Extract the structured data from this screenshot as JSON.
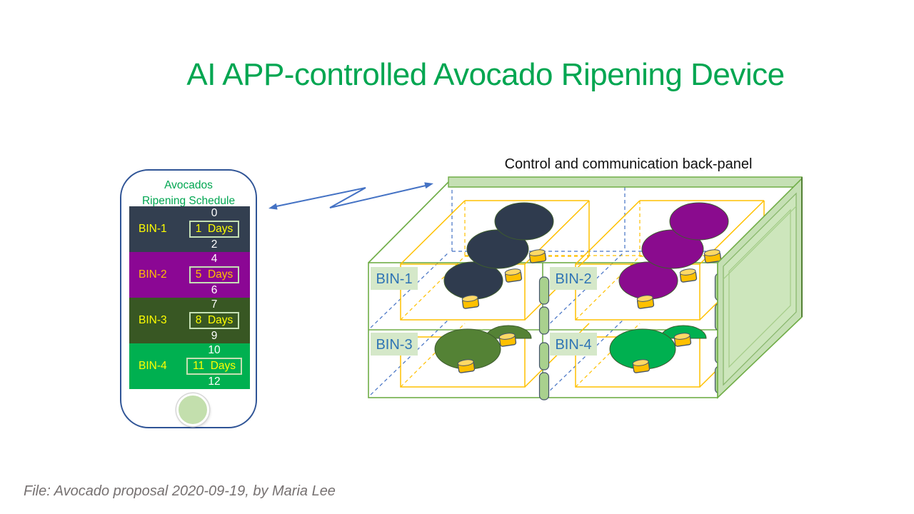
{
  "slide": {
    "title": "AI APP-controlled Avocado Ripening Device",
    "device_caption": "Control and communication back-panel",
    "footer": "File: Avocado proposal 2020-09-19, by Maria Lee"
  },
  "colors": {
    "title_green": "#00A651",
    "cabinet_line_green": "#70AD47",
    "cabinet_fill_green": "#C5E0B4",
    "wireframe_orange": "#FFC000",
    "hidden_edge_blue": "#4472C4",
    "arrow_blue": "#4472C4",
    "bin_tag_text_blue": "#2E74B5",
    "bin_tag_bg": "#D5E8C9",
    "handle_fill": "#A9D18E",
    "handle_stroke": "#44546A",
    "sensor_fill": "#FFC000",
    "sensor_top": "#FFD966",
    "phone_border": "#2F5496"
  },
  "phone": {
    "header_line1": "Avocados",
    "header_line2": "Ripening Schedule",
    "rows": [
      {
        "bin": "BIN-1",
        "start": "0",
        "days": "1  Days",
        "end": "2",
        "bg": "#333F50",
        "fg": "#FFFF00"
      },
      {
        "bin": "BIN-2",
        "start": "4",
        "days": "5  Days",
        "end": "6",
        "bg": "#8B0794",
        "fg": "#FFC000"
      },
      {
        "bin": "BIN-3",
        "start": "7",
        "days": "8  Days",
        "end": "9",
        "bg": "#385723",
        "fg": "#FFFF00"
      },
      {
        "bin": "BIN-4",
        "start": "10",
        "days": "11  Days",
        "end": "12",
        "bg": "#00B050",
        "fg": "#FFFF00"
      }
    ]
  },
  "device": {
    "bins": [
      {
        "label": "BIN-1",
        "position": "top-left",
        "avocado_color": "#2F3B4E",
        "avocados": 3,
        "sensors": 3
      },
      {
        "label": "BIN-2",
        "position": "top-right",
        "avocado_color": "#8A0B8E",
        "avocados": 3,
        "sensors": 3
      },
      {
        "label": "BIN-3",
        "position": "bottom-left",
        "avocado_color": "#548235",
        "avocados": 2,
        "sensors": 2
      },
      {
        "label": "BIN-4",
        "position": "bottom-right",
        "avocado_color": "#00B050",
        "avocados": 2,
        "sensors": 2
      }
    ]
  }
}
